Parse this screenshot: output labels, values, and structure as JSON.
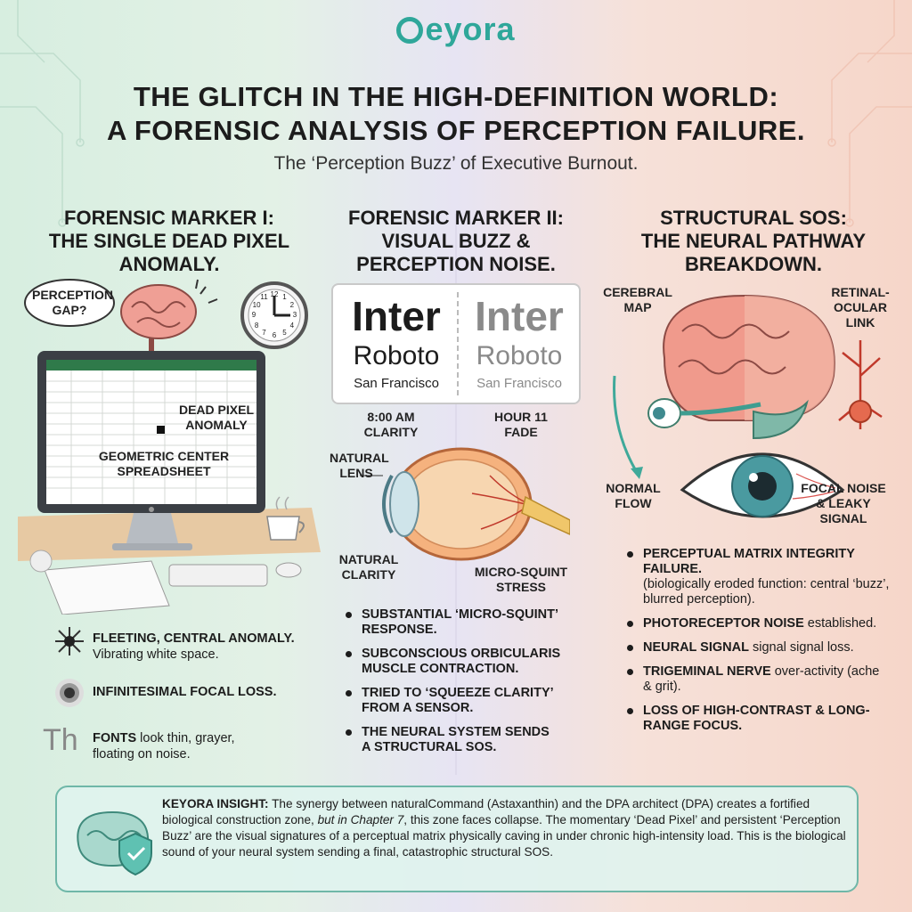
{
  "brand": {
    "logo_text": "eyora"
  },
  "header": {
    "title_line1": "THE GLITCH IN THE HIGH-DEFINITION WORLD:",
    "title_line2": "A FORENSIC ANALYSIS OF PERCEPTION FAILURE.",
    "subtitle": "The ‘Perception Buzz’ of Executive Burnout."
  },
  "col1": {
    "heading": [
      "FORENSIC MARKER I:",
      "THE SINGLE DEAD PIXEL",
      "ANOMALY."
    ],
    "bubble": [
      "PERCEPTION",
      "GAP?"
    ],
    "dead_pixel_label": [
      "DEAD PIXEL",
      "ANOMALY"
    ],
    "center_label": [
      "GEOMETRIC CENTER",
      "SPREADSHEET"
    ],
    "clock": {
      "numbers": [
        "12",
        "1",
        "2",
        "3",
        "4",
        "5",
        "6",
        "7",
        "8",
        "9",
        "10",
        "11"
      ]
    },
    "features": [
      {
        "bold": "FLEETING, CENTRAL ANOMALY.",
        "text": "Vibrating white space."
      },
      {
        "bold": "INFINITESIMAL FOCAL LOSS.",
        "text": ""
      },
      {
        "bold": "FONTS",
        "text_inline": " look thin, grayer,",
        "text": "floating on noise.",
        "glyph": "Th"
      }
    ]
  },
  "col2": {
    "heading": [
      "FORENSIC MARKER II:",
      "VISUAL BUZZ &",
      "PERCEPTION NOISE."
    ],
    "fonts": {
      "f1": "Inter",
      "f2": "Roboto",
      "f3": "San Francisco"
    },
    "time_left": [
      "8:00 AM",
      "CLARITY"
    ],
    "time_right": [
      "HOUR 11",
      "FADE"
    ],
    "eye_labels": {
      "lens": [
        "NATURAL",
        "LENS"
      ],
      "clarity": [
        "NATURAL",
        "CLARITY"
      ],
      "squint": [
        "MICRO-SQUINT",
        "STRESS"
      ]
    },
    "bullets": [
      [
        "SUBSTANTIAL ‘MICRO-SQUINT’",
        "RESPONSE."
      ],
      [
        "SUBCONSCIOUS ORBICULARIS",
        "MUSCLE CONTRACTION."
      ],
      [
        "TRIED TO ‘SQUEEZE CLARITY’",
        "FROM A SENSOR."
      ],
      [
        "THE NEURAL SYSTEM SENDS",
        "A STRUCTURAL SOS."
      ]
    ]
  },
  "col3": {
    "heading": [
      "STRUCTURAL SOS:",
      "THE NEURAL PATHWAY",
      "BREAKDOWN."
    ],
    "labels": {
      "cerebral": [
        "CEREBRAL",
        "MAP"
      ],
      "retinal": [
        "RETINAL-",
        "OCULAR",
        "LINK"
      ],
      "normal": [
        "NORMAL",
        "FLOW"
      ],
      "focal": [
        "FOCAL NOISE",
        "& LEAKY",
        "SIGNAL"
      ]
    },
    "bullets": [
      {
        "bold": "PERCEPTUAL MATRIX INTEGRITY FAILURE.",
        "text": "(biologically eroded function: central ‘buzz’, blurred perception)."
      },
      {
        "bold": "PHOTORECEPTOR NOISE",
        "text": " established."
      },
      {
        "bold": "NEURAL SIGNAL",
        "text": " signal signal loss."
      },
      {
        "bold": "TRIGEMINAL NERVE",
        "text": " over-activity (ache & grit)."
      },
      {
        "bold": "LOSS OF HIGH-CONTRAST & LONG-RANGE FOCUS.",
        "text": ""
      }
    ]
  },
  "insight": {
    "label": "KEYORA INSIGHT:",
    "text": " The synergy between naturalCommand (Astaxanthin) and the DPA architect (DPA) creates a fortified biological construction zone, ",
    "italic": "but in Chapter 7",
    "text2": ", this zone faces collapse. The momentary ‘Dead Pixel’ and persistent ‘Perception Buzz’ are the visual signatures of a perceptual matrix physically caving in under chronic high-intensity load. This is the biological sound of your neural system sending a final, catastrophic structural SOS."
  },
  "colors": {
    "teal": "#2fa79a",
    "brain_pink": "#e7907f",
    "iris": "#3f8a8f"
  }
}
